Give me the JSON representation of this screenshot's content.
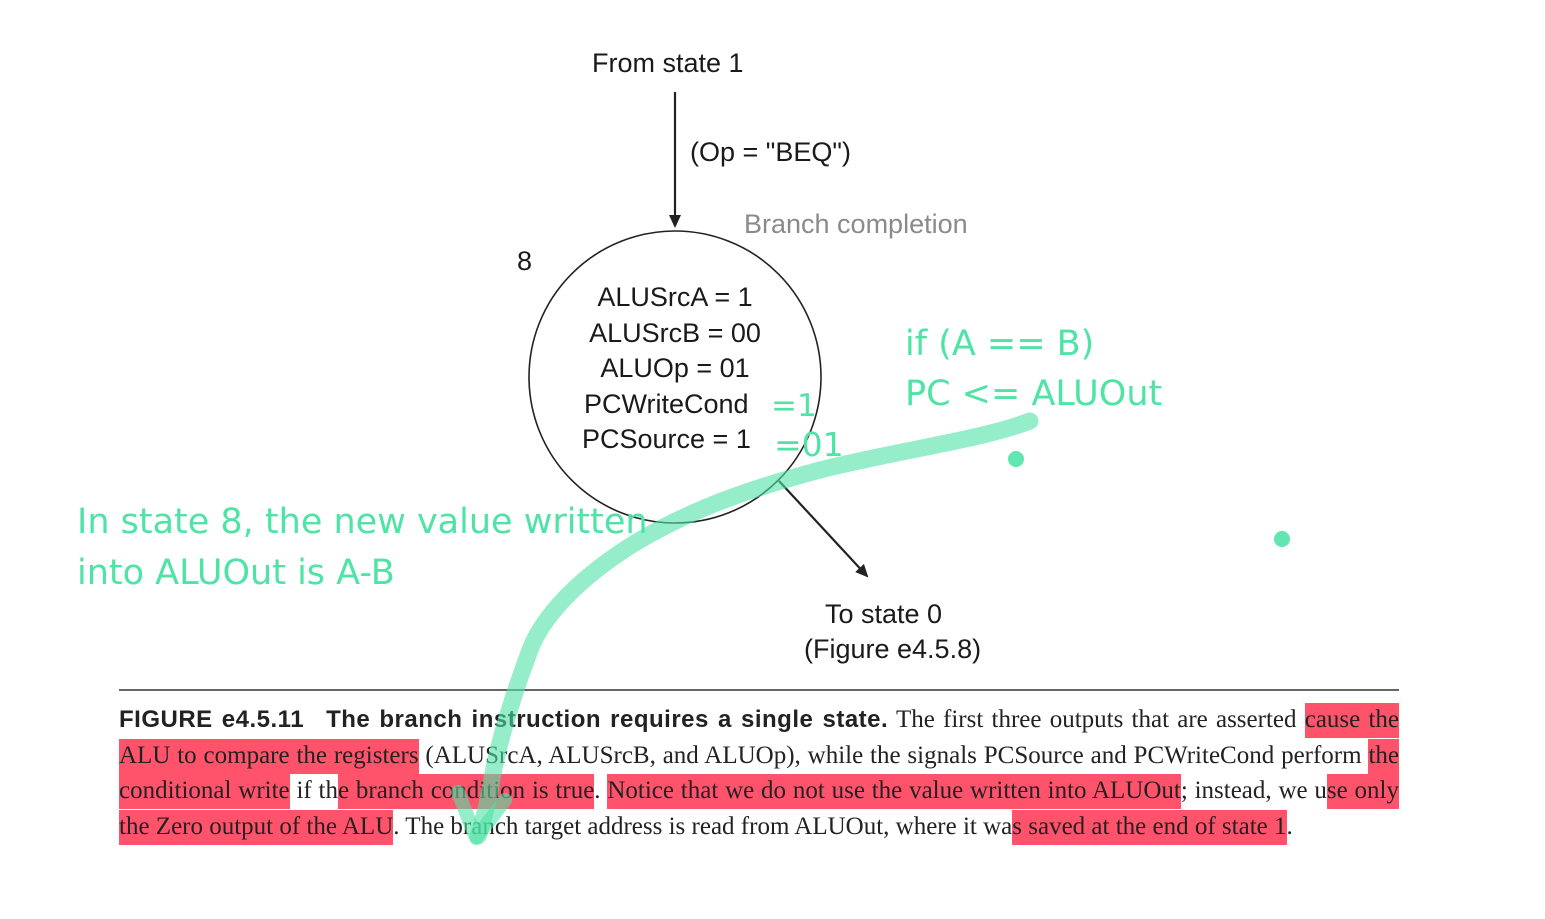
{
  "diagram": {
    "from_state_label": "From state 1",
    "transition_condition": "(Op = \"BEQ\")",
    "state_name": "Branch completion",
    "state_number": "8",
    "state_outputs": [
      "ALUSrcA = 1",
      "ALUSrcB = 00",
      "ALUOp = 01",
      "PCWriteCond",
      "PCSource = 1"
    ],
    "to_state_label": "To state 0",
    "to_state_ref": "(Figure e4.5.8)"
  },
  "annotations": {
    "pcwritecond_value": "=1",
    "pcsource_value": "=01",
    "condition_line1": "if (A == B)",
    "condition_line2": "PC <= ALUOut",
    "note_line1": "In state 8, the new value written",
    "note_line2": "into ALUOut is A-B",
    "ink_color": "#4fe3a5",
    "highlight_color": "#ff2846"
  },
  "caption": {
    "figure_label": "FIGURE e4.5.11",
    "figure_title": "The branch instruction requires a single state.",
    "seg1": " The first three outputs that are asserted ",
    "hl1": "cause the ALU to compare the registers",
    "seg2": " (ALUSrcA, ALUSrcB, and ALUOp), while the signals PCSource and PCWriteCond perform ",
    "hl2": "the conditional write",
    "seg3": " if th",
    "hl3": "e branch condition is true",
    "seg4": ". ",
    "hl4": "Notice that we do not use the value written into ALUOut",
    "seg5": "; instead, we u",
    "hl5": "se only the Zero output of the ALU",
    "seg6": ". The branch target address is read from ALUOut, where it wa",
    "hl6": "s saved at the end of state 1",
    "seg7": "."
  }
}
